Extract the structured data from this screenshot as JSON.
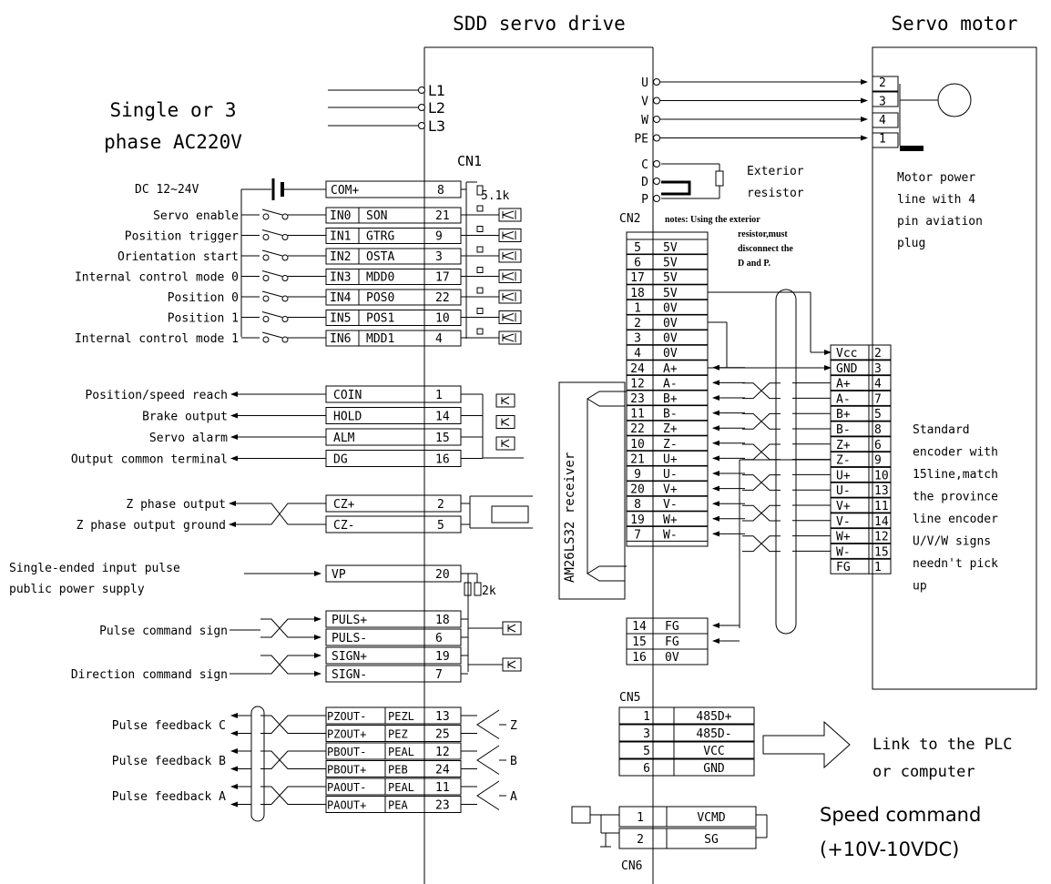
{
  "titles": {
    "drive": "SDD servo drive",
    "motor": "Servo motor"
  },
  "supply": {
    "line1": "Single or 3",
    "line2": "phase AC220V",
    "terminals": [
      "L1",
      "L2",
      "L3"
    ]
  },
  "cn1": {
    "label": "CN1",
    "dc_label": "DC 12~24V",
    "resistor_label": "5.1k",
    "com_row": {
      "signal": "COM+",
      "pin": "8"
    },
    "inputs": [
      {
        "desc": "Servo enable",
        "ch": "IN0",
        "sig": "SON",
        "pin": "21"
      },
      {
        "desc": "Position trigger",
        "ch": "IN1",
        "sig": "GTRG",
        "pin": "9"
      },
      {
        "desc": "Orientation start",
        "ch": "IN2",
        "sig": "OSTA",
        "pin": "3"
      },
      {
        "desc": "Internal control mode 0",
        "ch": "IN3",
        "sig": "MDD0",
        "pin": "17"
      },
      {
        "desc": "Position 0",
        "ch": "IN4",
        "sig": "POS0",
        "pin": "22"
      },
      {
        "desc": "Position 1",
        "ch": "IN5",
        "sig": "POS1",
        "pin": "10"
      },
      {
        "desc": "Internal control mode 1",
        "ch": "IN6",
        "sig": "MDD1",
        "pin": "4"
      }
    ],
    "outputs": [
      {
        "desc": "Position/speed reach",
        "sig": "COIN",
        "pin": "1"
      },
      {
        "desc": "Brake output",
        "sig": "HOLD",
        "pin": "14"
      },
      {
        "desc": "Servo alarm",
        "sig": "ALM",
        "pin": "15"
      },
      {
        "desc": "Output common terminal",
        "sig": "DG",
        "pin": "16"
      }
    ],
    "zphase": [
      {
        "desc": "Z phase output",
        "sig": "CZ+",
        "pin": "2"
      },
      {
        "desc": "Z phase output ground",
        "sig": "CZ-",
        "pin": "5"
      }
    ],
    "vp": {
      "desc1": "Single-ended input pulse",
      "desc2": "public power supply",
      "sig": "VP",
      "pin": "20",
      "res": "2k"
    },
    "pulse": [
      {
        "sig": "PULS+",
        "pin": "18"
      },
      {
        "sig": "PULS-",
        "pin": "6"
      },
      {
        "sig": "SIGN+",
        "pin": "19"
      },
      {
        "sig": "SIGN-",
        "pin": "7"
      }
    ],
    "pulse_desc": [
      "Pulse command sign",
      "Direction command sign"
    ],
    "feedback": [
      {
        "sig1": "PZOUT-",
        "sig2": "PEZL",
        "pin": "13"
      },
      {
        "sig1": "PZOUT+",
        "sig2": "PEZ",
        "pin": "25"
      },
      {
        "sig1": "PBOUT-",
        "sig2": "PEAL",
        "pin": "12"
      },
      {
        "sig1": "PBOUT+",
        "sig2": "PEB",
        "pin": "24"
      },
      {
        "sig1": "PAOUT-",
        "sig2": "PEAL",
        "pin": "11"
      },
      {
        "sig1": "PAOUT+",
        "sig2": "PEA",
        "pin": "23"
      }
    ],
    "feedback_desc": [
      "Pulse feedback C",
      "Pulse feedback B",
      "Pulse feedback A"
    ],
    "feedback_phase": [
      "Z",
      "B",
      "A"
    ]
  },
  "power_out": {
    "terminals": [
      "U",
      "V",
      "W",
      "PE"
    ],
    "motor_pins": [
      "2",
      "3",
      "4",
      "1"
    ],
    "res_terms": [
      "C",
      "D",
      "P"
    ],
    "ext_res": [
      "Exterior",
      "resistor"
    ],
    "note": [
      "notes: Using the exterior",
      "resistor,must",
      "disconnect the",
      "D and P."
    ],
    "motor_note": [
      "Motor power",
      "line with 4",
      "pin aviation",
      "plug"
    ]
  },
  "cn2": {
    "label": "CN2",
    "rows": [
      {
        "pin": "5",
        "sig": "5V"
      },
      {
        "pin": "6",
        "sig": "5V"
      },
      {
        "pin": "17",
        "sig": "5V"
      },
      {
        "pin": "18",
        "sig": "5V"
      },
      {
        "pin": "1",
        "sig": "0V"
      },
      {
        "pin": "2",
        "sig": "0V"
      },
      {
        "pin": "3",
        "sig": "0V"
      },
      {
        "pin": "4",
        "sig": "0V"
      },
      {
        "pin": "24",
        "sig": "A+"
      },
      {
        "pin": "12",
        "sig": "A-"
      },
      {
        "pin": "23",
        "sig": "B+"
      },
      {
        "pin": "11",
        "sig": "B-"
      },
      {
        "pin": "22",
        "sig": "Z+"
      },
      {
        "pin": "10",
        "sig": "Z-"
      },
      {
        "pin": "21",
        "sig": "U+"
      },
      {
        "pin": "9",
        "sig": "U-"
      },
      {
        "pin": "20",
        "sig": "V+"
      },
      {
        "pin": "8",
        "sig": "V-"
      },
      {
        "pin": "19",
        "sig": "W+"
      },
      {
        "pin": "7",
        "sig": "W-"
      }
    ],
    "fg_rows": [
      {
        "pin": "14",
        "sig": "FG"
      },
      {
        "pin": "15",
        "sig": "FG"
      },
      {
        "pin": "16",
        "sig": "0V"
      }
    ],
    "receiver": "AM26LS32 receiver"
  },
  "encoder": {
    "rows": [
      {
        "sig": "Vcc",
        "pin": "2"
      },
      {
        "sig": "GND",
        "pin": "3"
      },
      {
        "sig": "A+",
        "pin": "4"
      },
      {
        "sig": "A-",
        "pin": "7"
      },
      {
        "sig": "B+",
        "pin": "5"
      },
      {
        "sig": "B-",
        "pin": "8"
      },
      {
        "sig": "Z+",
        "pin": "6"
      },
      {
        "sig": "Z-",
        "pin": "9"
      },
      {
        "sig": "U+",
        "pin": "10"
      },
      {
        "sig": "U-",
        "pin": "13"
      },
      {
        "sig": "V+",
        "pin": "11"
      },
      {
        "sig": "V-",
        "pin": "14"
      },
      {
        "sig": "W+",
        "pin": "12"
      },
      {
        "sig": "W-",
        "pin": "15"
      },
      {
        "sig": "FG",
        "pin": "1"
      }
    ],
    "note": [
      "Standard",
      "encoder with",
      "15line,match",
      "the province",
      "line encoder",
      "U/V/W signs",
      "needn't pick",
      "up"
    ]
  },
  "cn5": {
    "label": "CN5",
    "rows": [
      {
        "pin": "1",
        "sig": "485D+"
      },
      {
        "pin": "3",
        "sig": "485D-"
      },
      {
        "pin": "5",
        "sig": "VCC"
      },
      {
        "pin": "6",
        "sig": "GND"
      }
    ],
    "link": [
      "Link to the PLC",
      "or computer"
    ]
  },
  "cn6": {
    "label": "CN6",
    "rows": [
      {
        "pin": "1",
        "sig": "VCMD"
      },
      {
        "pin": "2",
        "sig": "SG"
      }
    ],
    "speed": [
      "Speed command",
      "(+10V-10VDC)"
    ]
  }
}
